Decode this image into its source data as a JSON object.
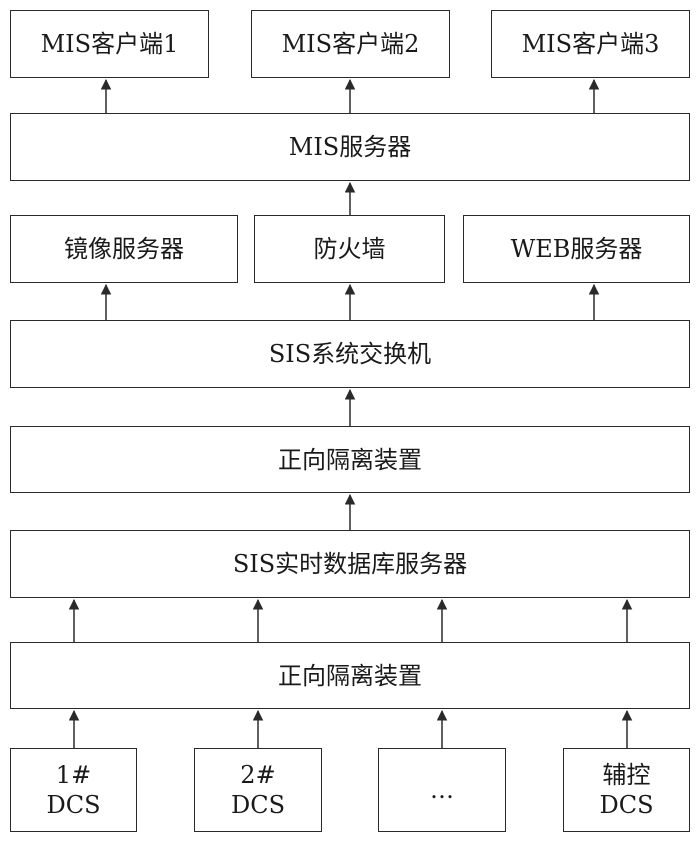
{
  "layers": {
    "mis_clients": [
      "MIS客户端1",
      "MIS客户端2",
      "MIS客户端3"
    ],
    "mis_server": "MIS服务器",
    "servers": [
      "镜像服务器",
      "防火墙",
      "WEB服务器"
    ],
    "sis_switch": "SIS系统交换机",
    "upper_isolation": "正向隔离装置",
    "sis_rtdb_server": "SIS实时数据库服务器",
    "lower_isolation": "正向隔离装置",
    "dcs_sources": [
      {
        "line1": "1#",
        "line2": "DCS"
      },
      {
        "line1": "2#",
        "line2": "DCS"
      },
      {
        "line1": "…",
        "line2": ""
      },
      {
        "line1": "辅控",
        "line2": "DCS"
      }
    ]
  }
}
